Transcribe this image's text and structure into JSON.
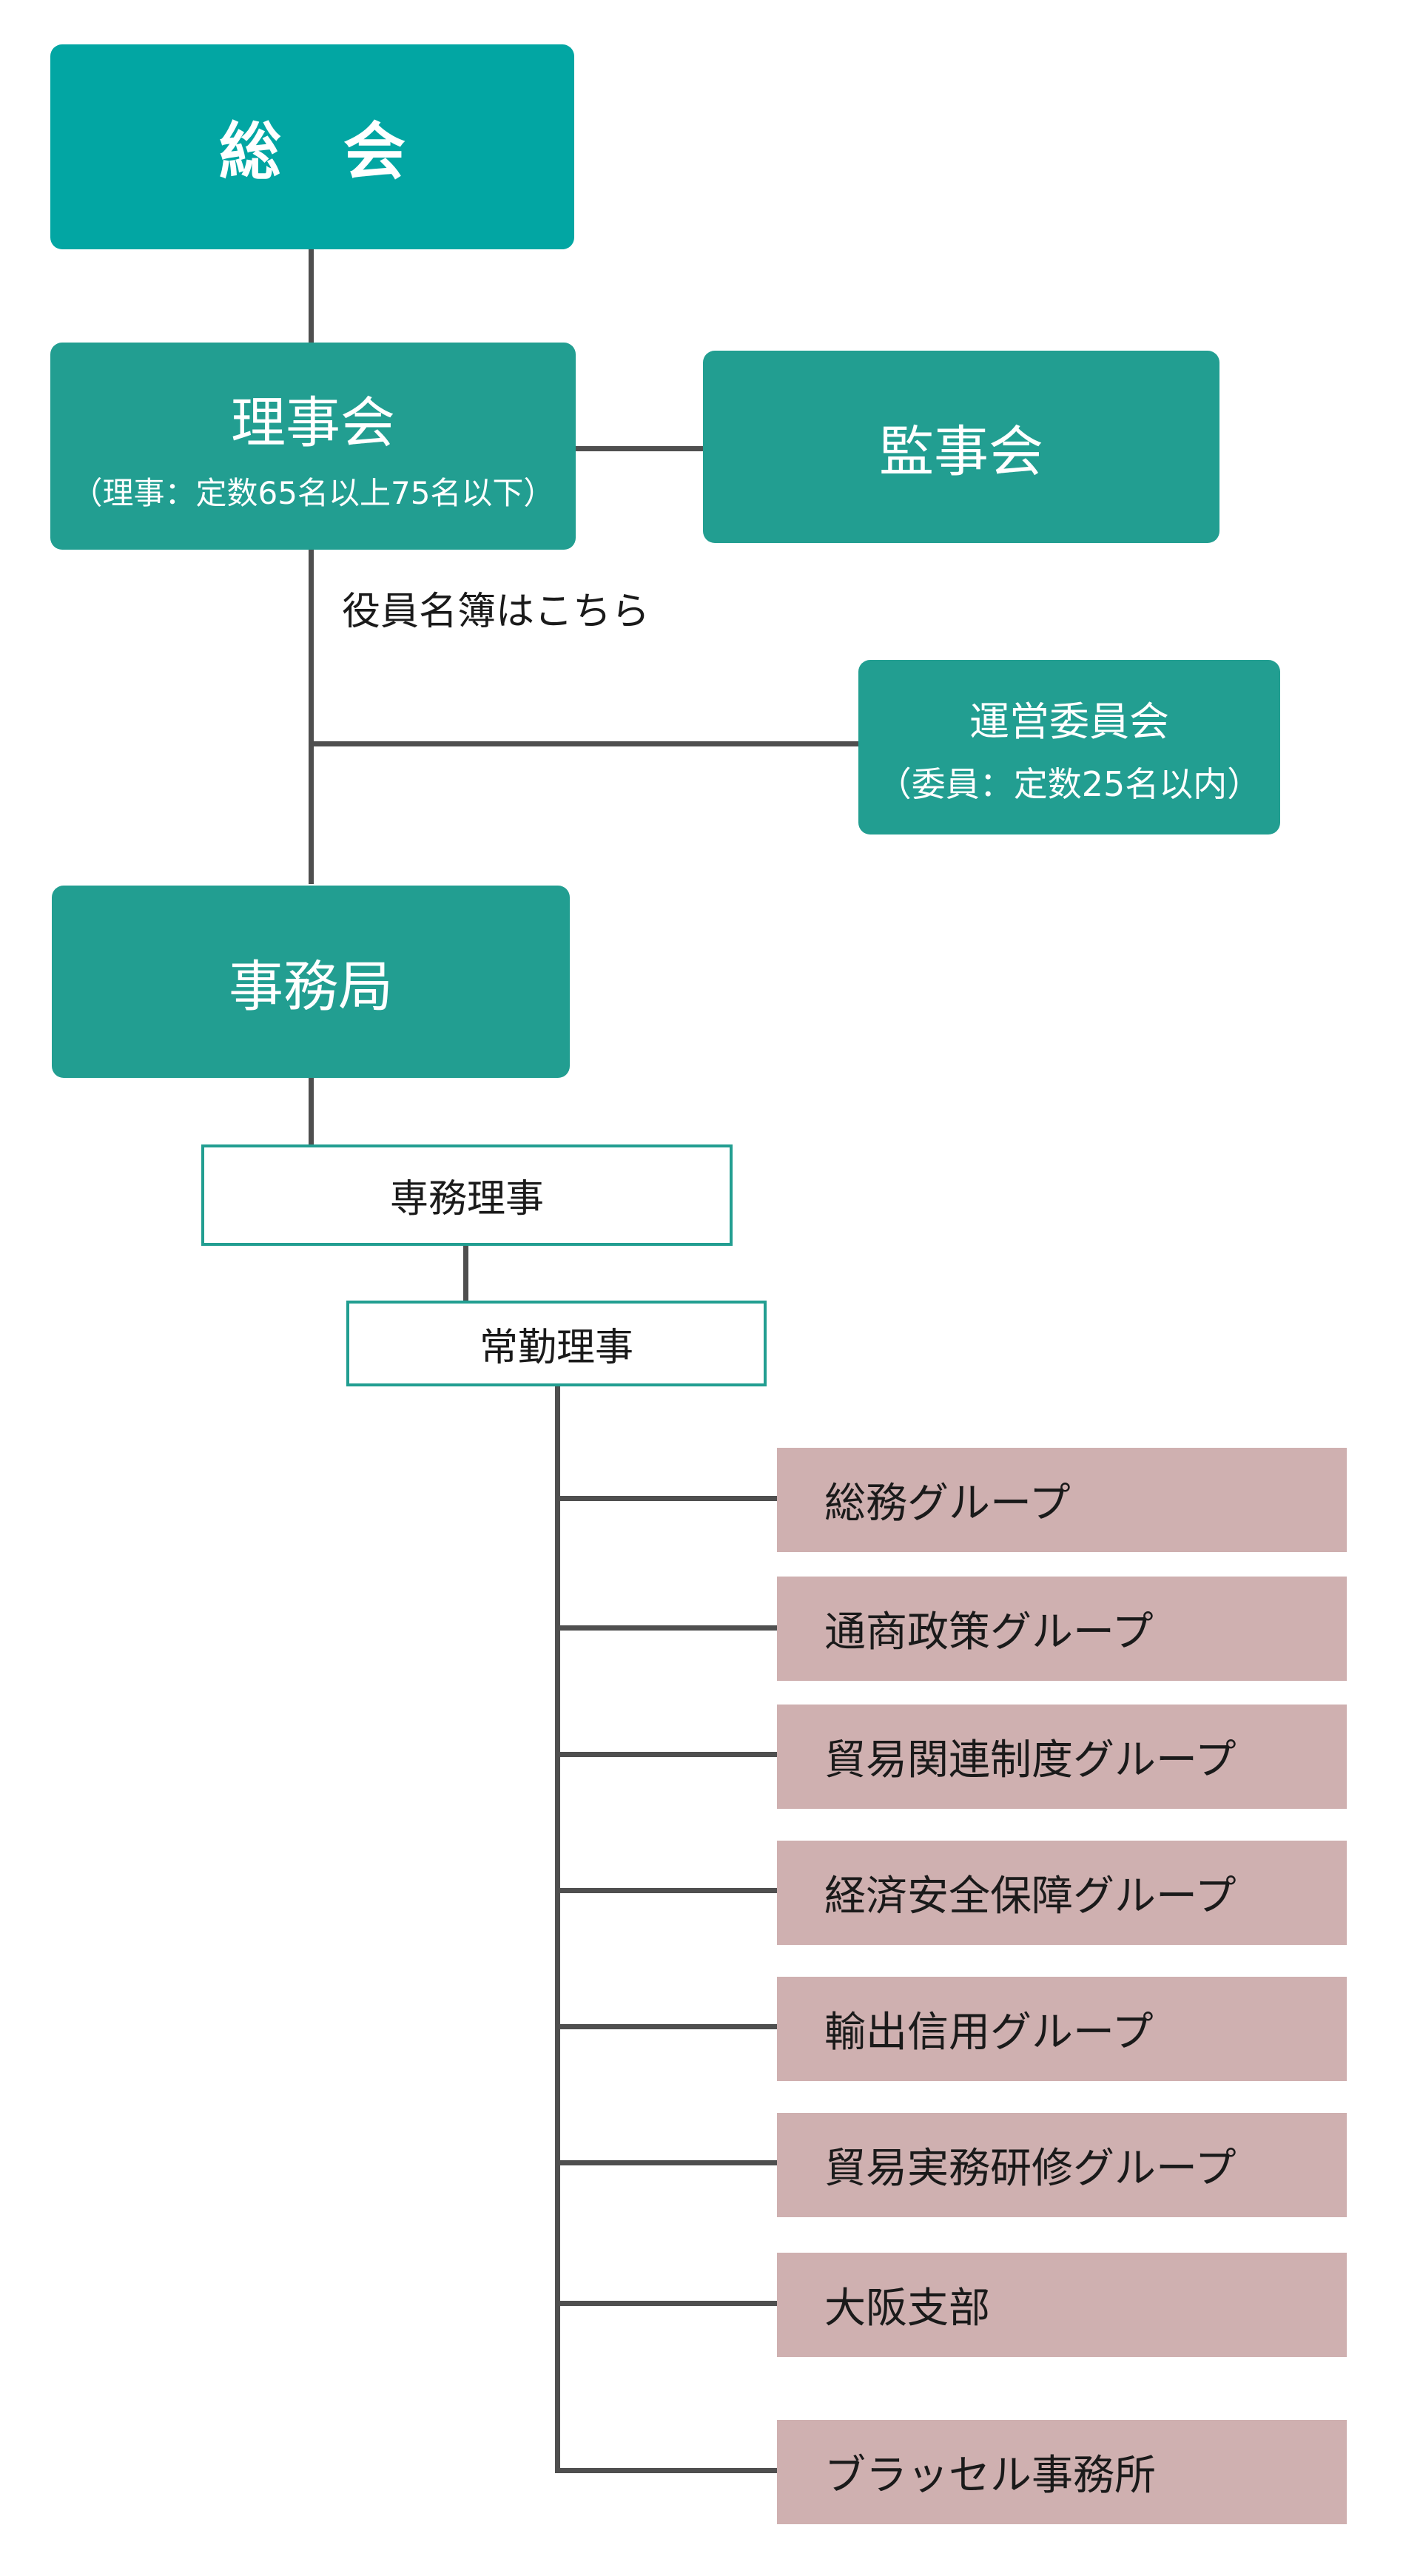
{
  "general_assembly": {
    "label": "総　会"
  },
  "board": {
    "label": "理事会",
    "note": "（理事：定数65名以上75名以下）"
  },
  "auditors": {
    "label": "監事会"
  },
  "officers_link": {
    "label": "役員名簿はこちら"
  },
  "steering_committee": {
    "label": "運営委員会",
    "note": "（委員：定数25名以内）"
  },
  "secretariat": {
    "label": "事務局"
  },
  "executive_director": {
    "label": "専務理事"
  },
  "standing_director": {
    "label": "常勤理事"
  },
  "groups": [
    "総務グループ",
    "通商政策グループ",
    "貿易関連制度グループ",
    "経済安全保障グループ",
    "輸出信用グループ",
    "貿易実務研修グループ",
    "大阪支部",
    "ブラッセル事務所"
  ],
  "colors": {
    "teal": "#229e91",
    "teal_strong": "#02a6a3",
    "group_fill": "#cfb0b0",
    "connector": "#4f4f4f"
  }
}
